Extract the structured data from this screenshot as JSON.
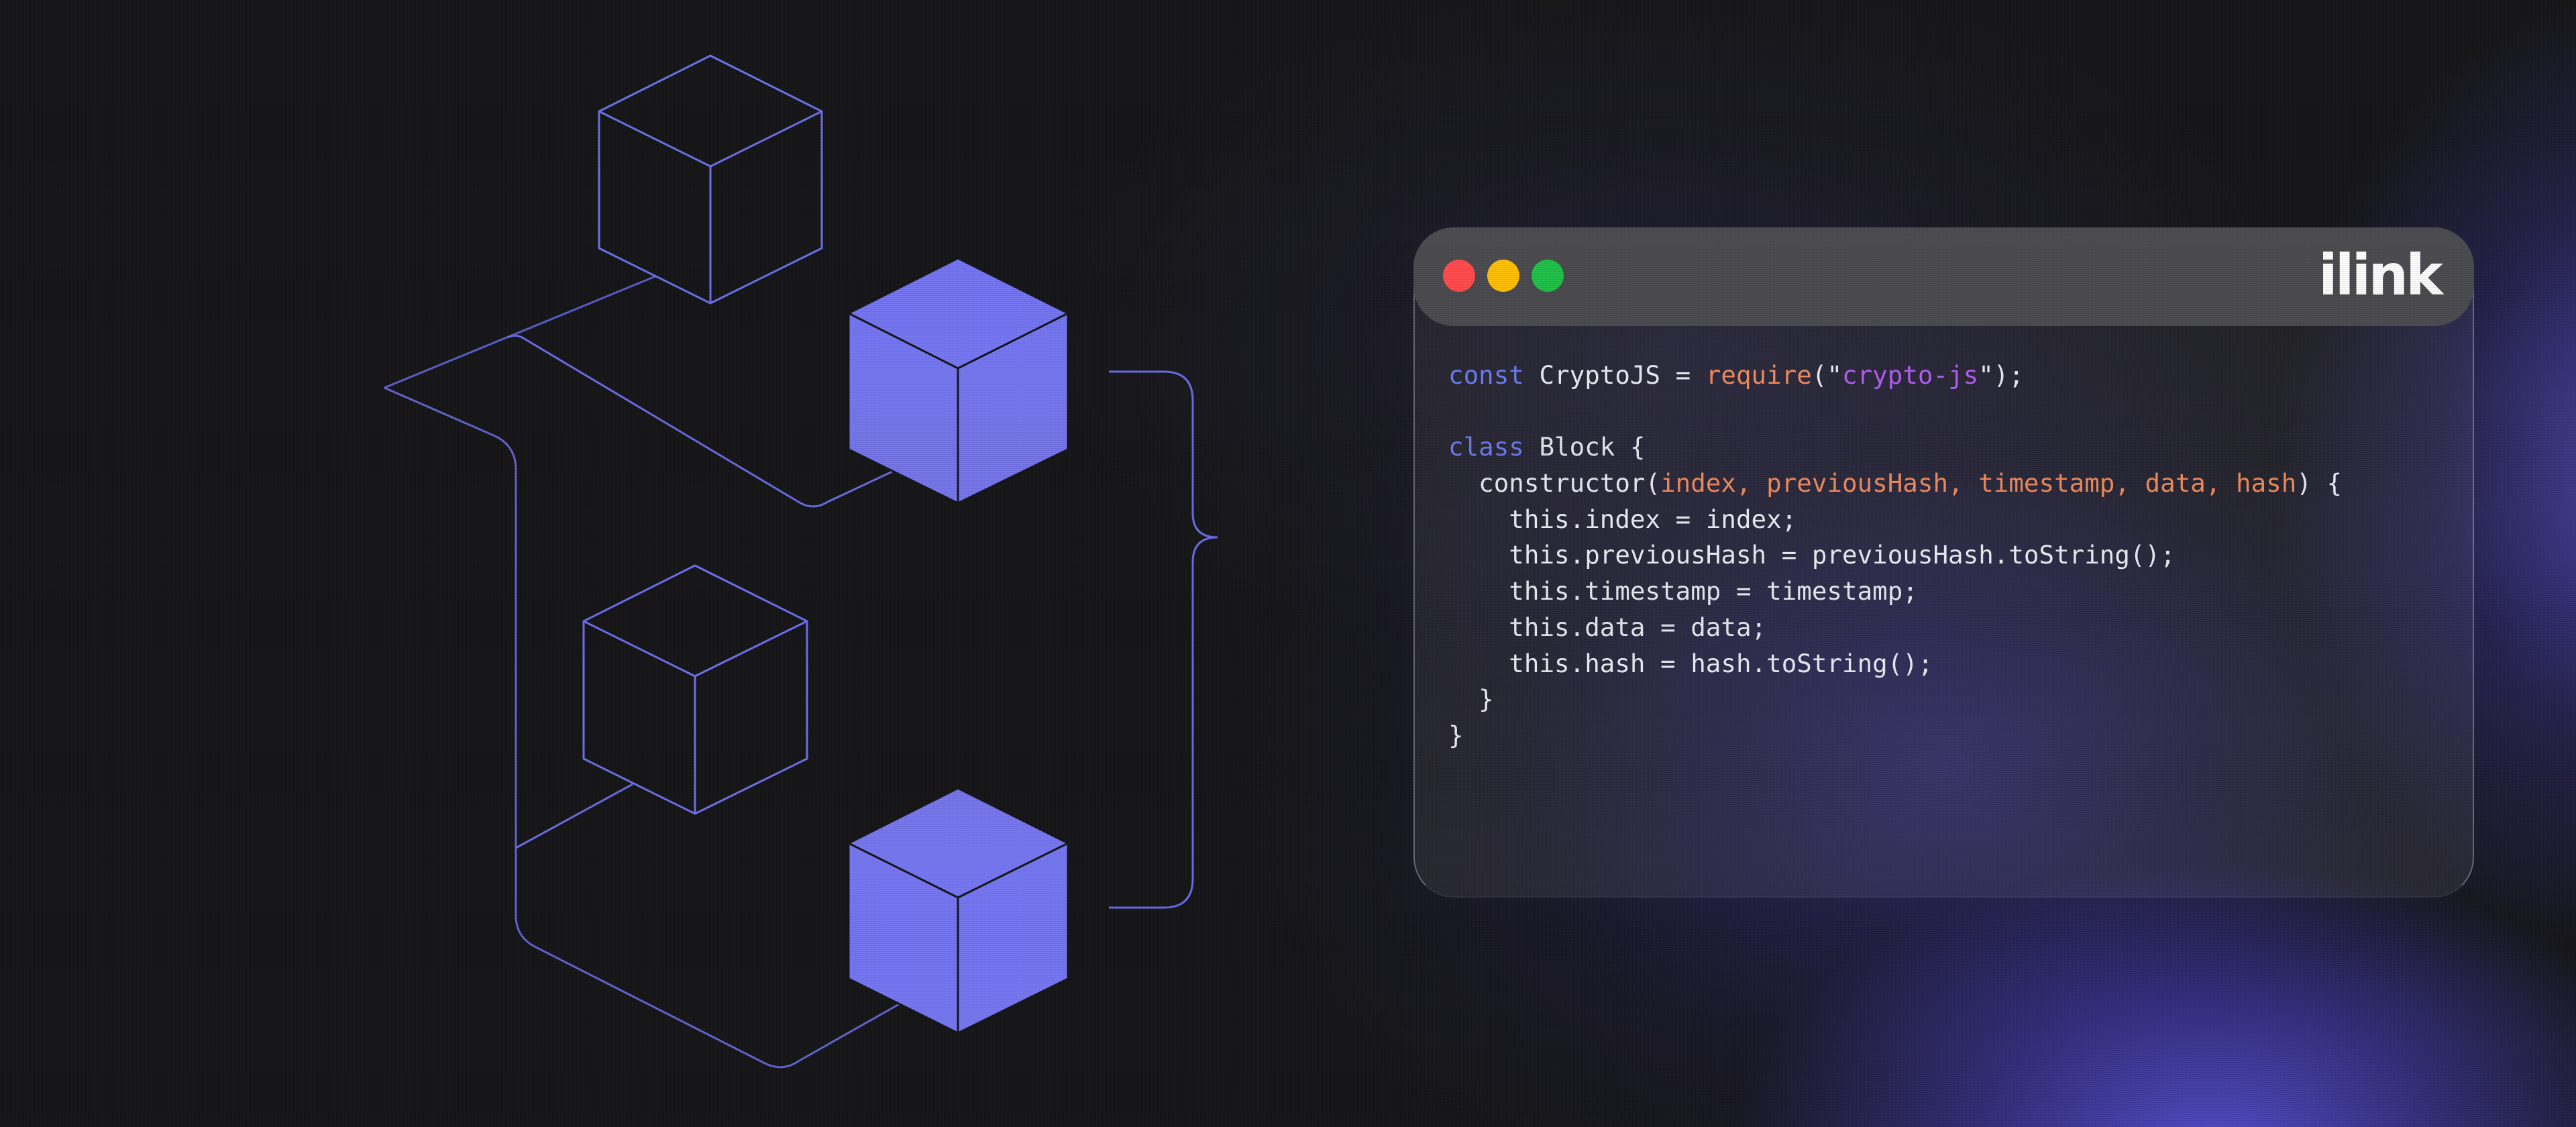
{
  "colors": {
    "background": "#161618",
    "accent": "#7272ee",
    "cube_fill": "#7878f0",
    "titlebar": "#4b4b50",
    "dot_close": "#ff4d4f",
    "dot_minimize": "#ffc107",
    "dot_maximize": "#22c04a",
    "keyword": "#6a7bf2",
    "function": "#f08a5d",
    "string": "#b25cf2",
    "text": "#e9e9f0"
  },
  "diagram": {
    "cubes": [
      {
        "name": "block-1",
        "style": "outline"
      },
      {
        "name": "block-2",
        "style": "filled"
      },
      {
        "name": "block-3",
        "style": "outline"
      },
      {
        "name": "block-4",
        "style": "filled"
      }
    ]
  },
  "window": {
    "logo": "ilink",
    "controls": [
      "close",
      "minimize",
      "maximize"
    ],
    "code": [
      [
        {
          "t": "const",
          "c": "kw"
        },
        {
          "t": " CryptoJS = ",
          "c": ""
        },
        {
          "t": "require",
          "c": "fn"
        },
        {
          "t": "(\"",
          "c": ""
        },
        {
          "t": "crypto-js",
          "c": "str"
        },
        {
          "t": "\");",
          "c": ""
        }
      ],
      [],
      [
        {
          "t": "class",
          "c": "kw"
        },
        {
          "t": " Block {",
          "c": ""
        }
      ],
      [
        {
          "t": "  constructor(",
          "c": ""
        },
        {
          "t": "index, previousHash, timestamp, data, hash",
          "c": "param"
        },
        {
          "t": ") {",
          "c": ""
        }
      ],
      [
        {
          "t": "    this.index = index;",
          "c": ""
        }
      ],
      [
        {
          "t": "    this.previousHash = previousHash.toString();",
          "c": ""
        }
      ],
      [
        {
          "t": "    this.timestamp = timestamp;",
          "c": ""
        }
      ],
      [
        {
          "t": "    this.data = data;",
          "c": ""
        }
      ],
      [
        {
          "t": "    this.hash = hash.toString();",
          "c": ""
        }
      ],
      [
        {
          "t": "  }",
          "c": ""
        }
      ],
      [
        {
          "t": "}",
          "c": ""
        }
      ]
    ]
  }
}
